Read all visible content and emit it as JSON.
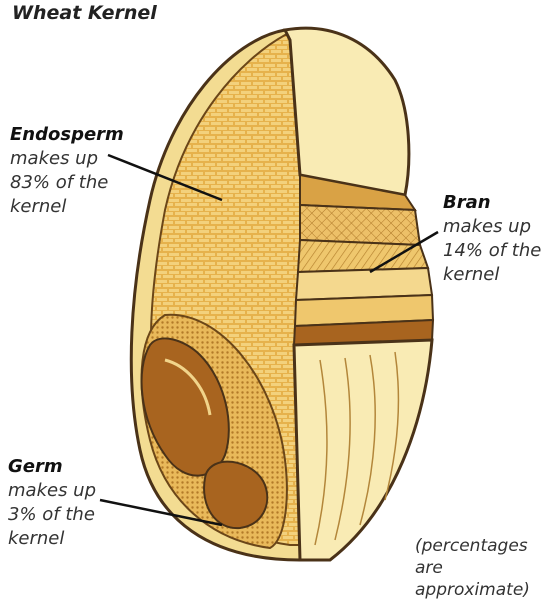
{
  "title": "Wheat Kernel",
  "labels": {
    "endosperm": {
      "name": "Endosperm",
      "line1": "makes up",
      "line2": "83% of the",
      "line3": "kernel"
    },
    "bran": {
      "name": "Bran",
      "line1": "makes up",
      "line2": "14% of the",
      "line3": "kernel"
    },
    "germ": {
      "name": "Germ",
      "line1": "makes up",
      "line2": "3% of the",
      "line3": "kernel"
    }
  },
  "note": {
    "line1": "(percentages",
    "line2": "are approximate)"
  },
  "colors": {
    "endosperm": "#e8b44e",
    "bran_outer": "#f7e6a8",
    "bran_layers": "#d99e3c",
    "germ": "#a8641f",
    "outline": "#4a3218",
    "background": "#ffffff"
  }
}
